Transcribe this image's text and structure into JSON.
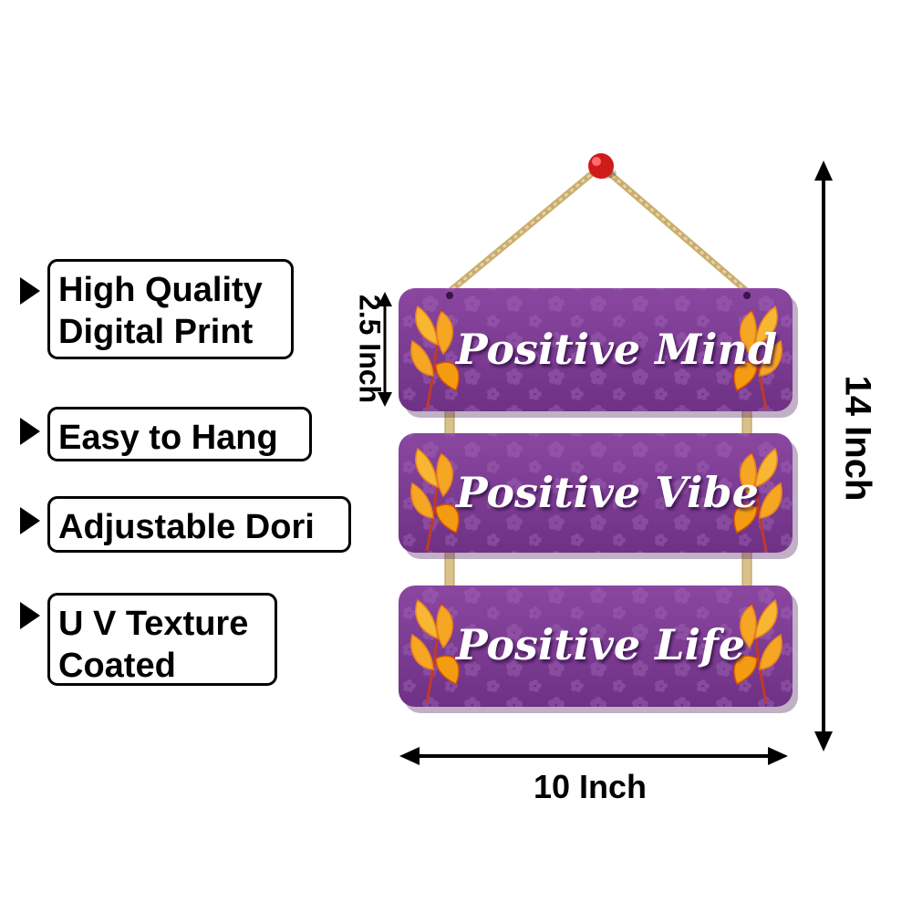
{
  "features": [
    {
      "lines": [
        "High Quality",
        "Digital Print"
      ]
    },
    {
      "lines": [
        "Easy to Hang"
      ]
    },
    {
      "lines": [
        "Adjustable Dori"
      ]
    },
    {
      "lines": [
        "U V Texture",
        "Coated"
      ]
    }
  ],
  "signs": [
    {
      "text": "Positive Mind"
    },
    {
      "text": "Positive Vibe"
    },
    {
      "text": "Positive Life"
    }
  ],
  "dimensions": {
    "height_label": "2.5 Inch",
    "total_height_label": "14 Inch",
    "width_label": "10 Inch"
  },
  "colors": {
    "plank": "#7a3a8f",
    "plank_edge": "#5e2a70",
    "rope": "#d9c28a",
    "pin": "#d11a1a",
    "leaf": "#f2a12a",
    "text": "#ffffff",
    "ink": "#000000"
  },
  "icons": {
    "bullet": "triangle-pointer-icon",
    "pin": "push-pin-icon",
    "leaf": "autumn-leaf-icon"
  }
}
